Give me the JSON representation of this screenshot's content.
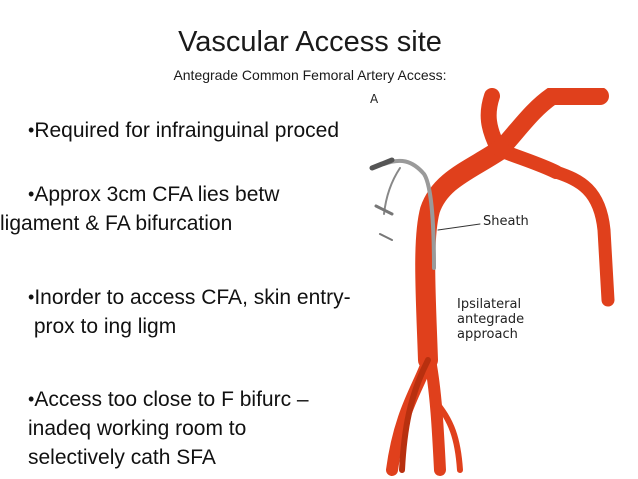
{
  "slide": {
    "title": "Vascular Access site",
    "subtitle": "Antegrade Common Femoral Artery Access:",
    "bullets": [
      {
        "marker": "•",
        "lines": [
          "Required for infrainguinal proced"
        ]
      },
      {
        "marker": "•",
        "lines": [
          "Approx 3cm CFA lies betw",
          "ligament & FA bifurcation"
        ]
      },
      {
        "marker": "•",
        "lines": [
          "Inorder to access CFA, skin entry-",
          " prox to ing ligm"
        ]
      },
      {
        "marker": "•",
        "lines": [
          "Access too close to F bifurc –",
          "inadeq working room to",
          "selectively cath SFA"
        ]
      }
    ]
  },
  "diagram": {
    "label_a": "A",
    "label_sheath": "Sheath",
    "label_approach": [
      "Ipsilateral",
      "antegrade",
      "approach"
    ],
    "colors": {
      "artery": "#e0401c",
      "artery_dark": "#b8300f",
      "sheath": "#9a9a9a"
    }
  }
}
